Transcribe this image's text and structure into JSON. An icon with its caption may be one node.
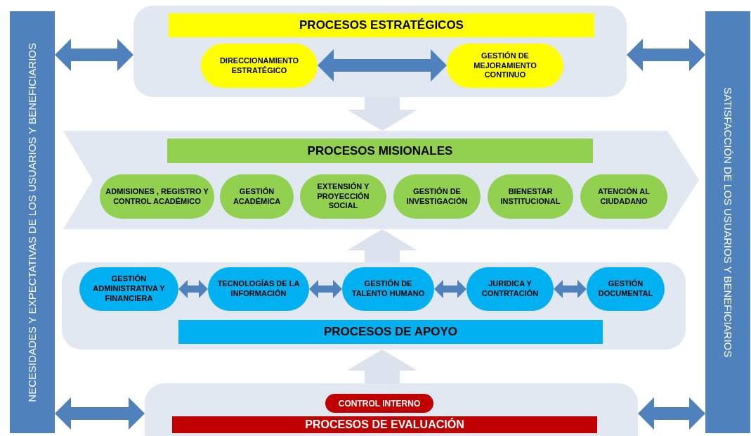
{
  "diagram": {
    "nodes": [
      {
        "text": [
          "NECESIDADES Y EXPECTATIVAS DE LOS USUARIOS Y BENEFICIARIOS"
        ]
      },
      {
        "text": [],
        "shape": "box"
      },
      {
        "text": [
          "PROCESOS ESTRATÉGICOS"
        ],
        "in": 1
      },
      {
        "text": [
          "DIRECCIONAMIENTO ESTRATÉGICO"
        ],
        "in": 1
      },
      {
        "text": [
          "GESTIÓN DE MEJORAMIENTO CONTINUO"
        ],
        "in": 1
      },
      {
        "text": [],
        "shape": "chevron"
      },
      {
        "text": [
          "PROCESOS MISIONALES"
        ],
        "in": 5
      },
      {
        "text": [
          "ADMISIONES , REGISTRO Y CONTROL ACADÉMICO"
        ],
        "in": 5
      },
      {
        "text": [
          "GESTIÓN ACADÉMICA"
        ],
        "in": 5
      },
      {
        "text": [
          "EXTENSIÓN Y PROYECCIÓN SOCIAL"
        ],
        "in": 5
      },
      {
        "text": [
          "GESTIÓN DE INVESTIGACIÓN"
        ],
        "in": 5
      },
      {
        "text": [
          "BIENESTAR INSTITUCIONAL"
        ],
        "in": 5
      },
      {
        "text": [
          "ATENCIÓN AL CIUDADANO"
        ],
        "in": 5
      },
      {
        "text": [],
        "shape": "box"
      },
      {
        "text": [
          "GESTIÓN ADMINISTRATIVA Y FINANCIERA"
        ],
        "in": 13
      },
      {
        "text": [
          "TECNOLOGÍAS DE LA INFORMACIÓN"
        ],
        "in": 13
      },
      {
        "text": [
          "GESTIÓN DE TALENTO HUMANO"
        ],
        "in": 13
      },
      {
        "text": [
          "JURIDICA Y CONTRTACIÓN"
        ],
        "in": 13
      },
      {
        "text": [
          "GESTIÓN DOCUMENTAL"
        ],
        "in": 13
      },
      {
        "text": [
          "PROCESOS DE APOYO"
        ],
        "in": 13
      },
      {
        "text": [],
        "shape": "box"
      },
      {
        "text": [
          "CONTROL INTERNO"
        ],
        "in": 20
      },
      {
        "text": [
          "PROCESOS DE EVALUACIÓN"
        ],
        "in": 20
      },
      {
        "text": [
          "SATISFACCIÓN DE LOS USUARIOS Y BENEFICIARIOS"
        ]
      }
    ],
    "edges": [
      {
        "from": 0,
        "to": 1,
        "arrow": "both"
      },
      {
        "from": 3,
        "to": 4,
        "arrow": "both"
      },
      {
        "from": 1,
        "to": 23,
        "arrow": "both"
      },
      {
        "from": 1,
        "to": 5,
        "arrow": "to",
        "style": "thick",
        "color": "#dce3ef"
      },
      {
        "from": 13,
        "to": 5,
        "arrow": "to",
        "style": "thick",
        "color": "#dce3ef"
      },
      {
        "from": 14,
        "to": 15,
        "arrow": "both"
      },
      {
        "from": 15,
        "to": 16,
        "arrow": "both"
      },
      {
        "from": 16,
        "to": 17,
        "arrow": "both"
      },
      {
        "from": 17,
        "to": 18,
        "arrow": "both"
      },
      {
        "from": 20,
        "to": 13,
        "arrow": "to",
        "style": "thick",
        "color": "#dce3ef"
      },
      {
        "from": 0,
        "to": 20,
        "arrow": "both"
      },
      {
        "from": 20,
        "to": 23,
        "arrow": "both"
      }
    ]
  }
}
